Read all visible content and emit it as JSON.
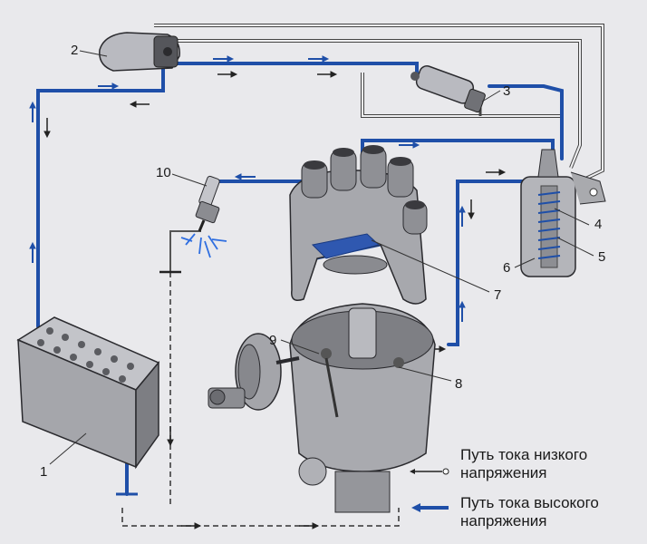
{
  "callouts": {
    "c1": "1",
    "c2": "2",
    "c3": "3",
    "c4": "4",
    "c5": "5",
    "c6": "6",
    "c7": "7",
    "c8": "8",
    "c9": "9",
    "c10": "10"
  },
  "legend": {
    "low_voltage": [
      "Путь тока низкого",
      "напряжения"
    ],
    "high_voltage": [
      "Путь тока высокого",
      "напряжения"
    ]
  },
  "colors": {
    "high_voltage_wire": "#1f4fa8",
    "low_voltage_wire": "#e8e8ea",
    "part_fill": "#b7b8bc",
    "part_shade": "#7c7d82",
    "outline": "#2a2a2e"
  }
}
